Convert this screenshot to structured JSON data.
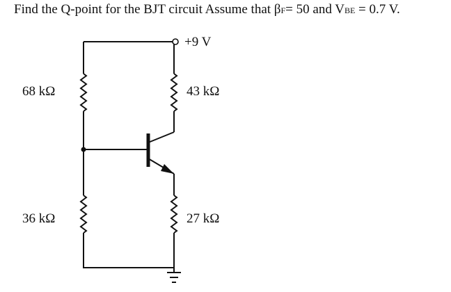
{
  "problem": {
    "text_before_beta": "Find the Q-point for the BJT circuit Assume that β",
    "beta_subscript": "F",
    "text_beta_value": "= 50 and V",
    "vbe_subscript": "BE",
    "text_vbe_value": " = 0.7 V."
  },
  "circuit": {
    "supply_label": "+9 V",
    "r1_label": "68 kΩ",
    "r2_label": "36 kΩ",
    "rc_label": "43 kΩ",
    "re_label": "27 kΩ"
  }
}
